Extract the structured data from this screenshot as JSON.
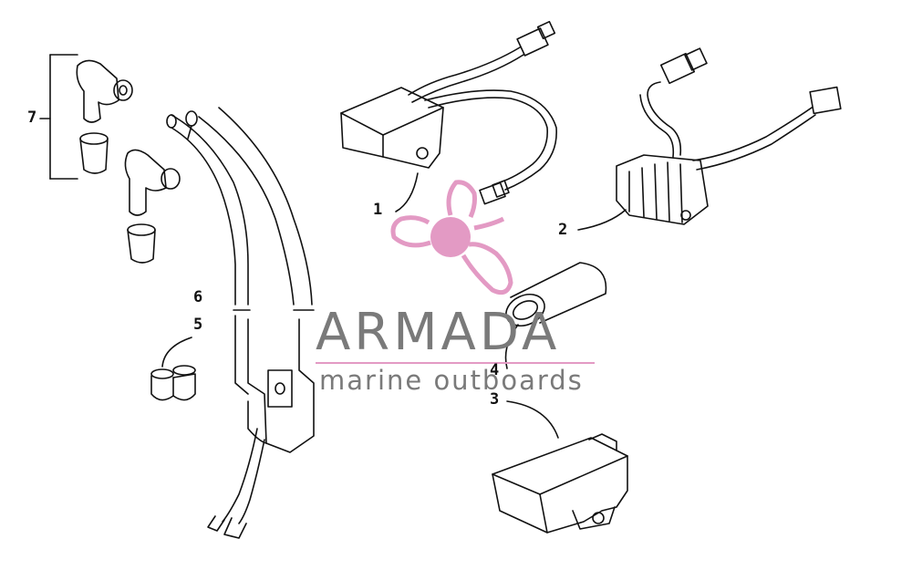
{
  "callouts": {
    "c1": "1",
    "c2": "2",
    "c3": "3",
    "c4": "4",
    "c5": "5",
    "c6": "6",
    "c7": "7"
  },
  "watermark": {
    "name": "ARMADA",
    "tagline": "marine outboards",
    "logo_color": "#e39ac4",
    "text_color": "#7a7a7a"
  },
  "icons": {
    "logo": "propeller-logo-icon"
  }
}
